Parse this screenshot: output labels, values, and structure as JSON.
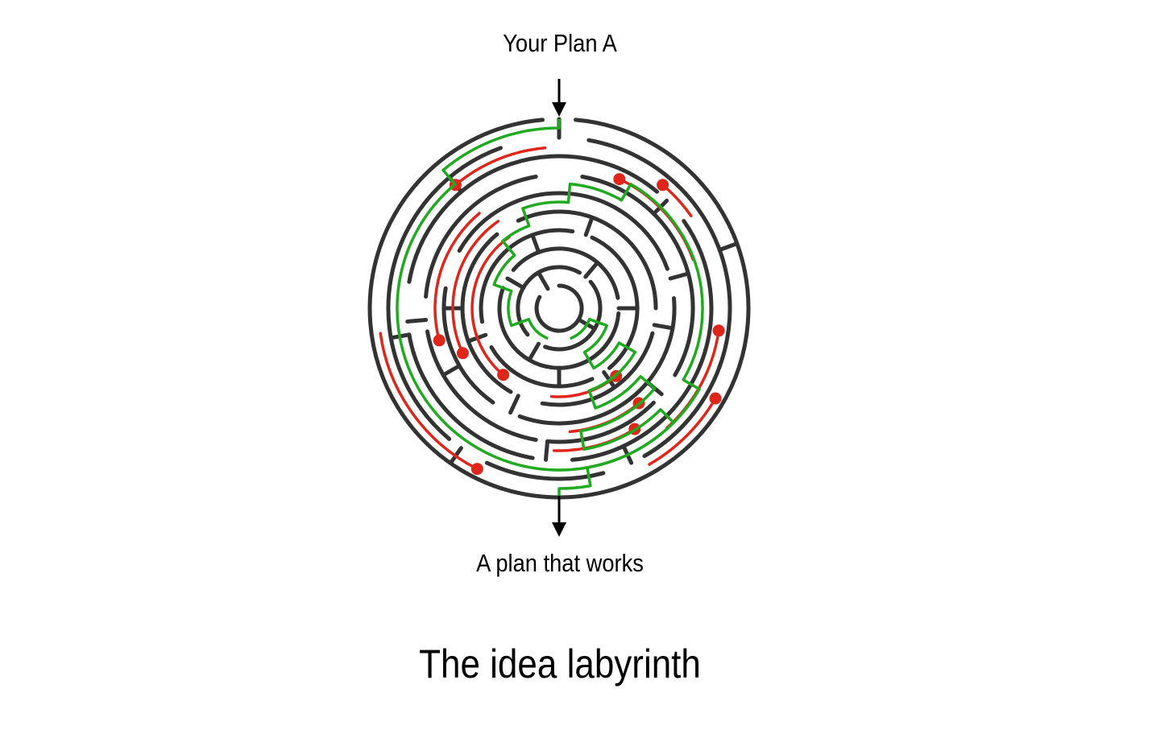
{
  "labels": {
    "start": "Your Plan A",
    "end": "A plan that works"
  },
  "caption": "The idea labyrinth",
  "colors": {
    "maze_wall": "#333333",
    "working_path": "#1faa1f",
    "dead_end_path": "#e0261b",
    "arrow": "#000000",
    "background": "#ffffff"
  }
}
